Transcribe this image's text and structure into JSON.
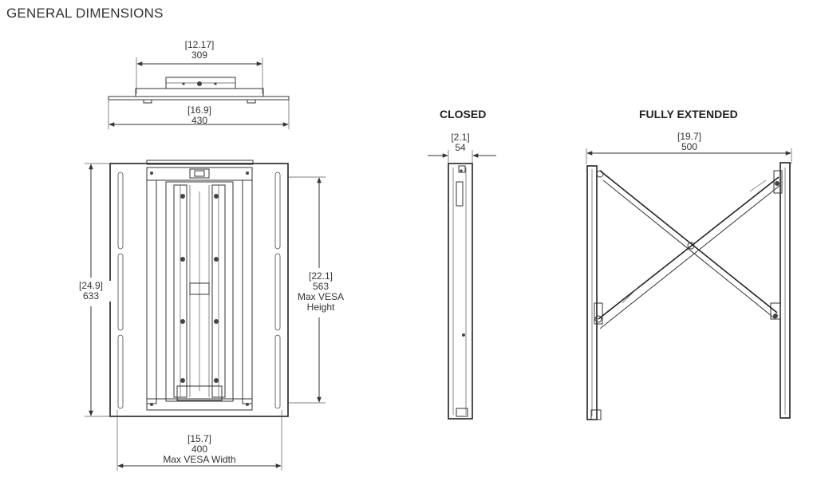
{
  "title": "GENERAL DIMENSIONS",
  "views": {
    "closed_label": "CLOSED",
    "extended_label": "FULLY EXTENDED"
  },
  "dimensions": {
    "top_width_in": "[12.17]",
    "top_width_mm": "309",
    "top_overall_in": "[16.9]",
    "top_overall_mm": "430",
    "front_height_in": "[24.9]",
    "front_height_mm": "633",
    "vesa_height_in": "[22.1]",
    "vesa_height_mm": "563",
    "vesa_height_label_1": "Max VESA",
    "vesa_height_label_2": "Height",
    "vesa_width_in": "[15.7]",
    "vesa_width_mm": "400",
    "vesa_width_label": "Max VESA Width",
    "closed_depth_in": "[2.1]",
    "closed_depth_mm": "54",
    "extended_depth_in": "[19.7]",
    "extended_depth_mm": "500"
  }
}
